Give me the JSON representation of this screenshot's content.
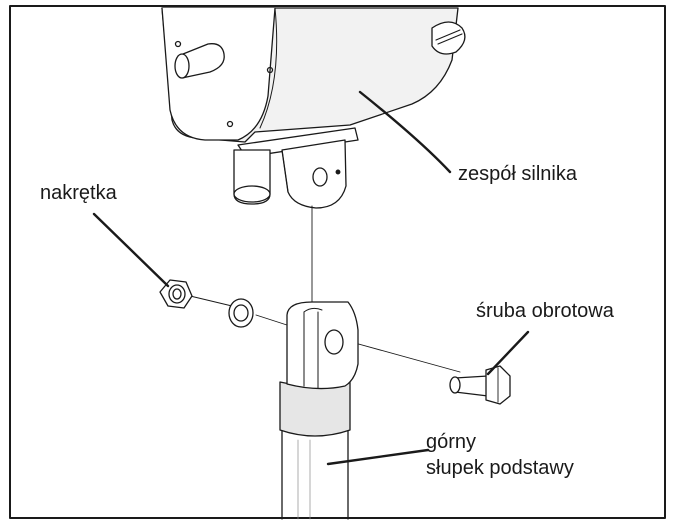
{
  "labels": {
    "motor_assembly": "zespół silnika",
    "nut": "nakrętka",
    "pivot_bolt": "śruba obrotowa",
    "upper_post_line1": "górny",
    "upper_post_line2": "słupek podstawy"
  },
  "colors": {
    "line": "#1a1a1a",
    "fill_light": "#f2f2f2",
    "fill_mid": "#e6e6e6",
    "background": "#ffffff"
  }
}
